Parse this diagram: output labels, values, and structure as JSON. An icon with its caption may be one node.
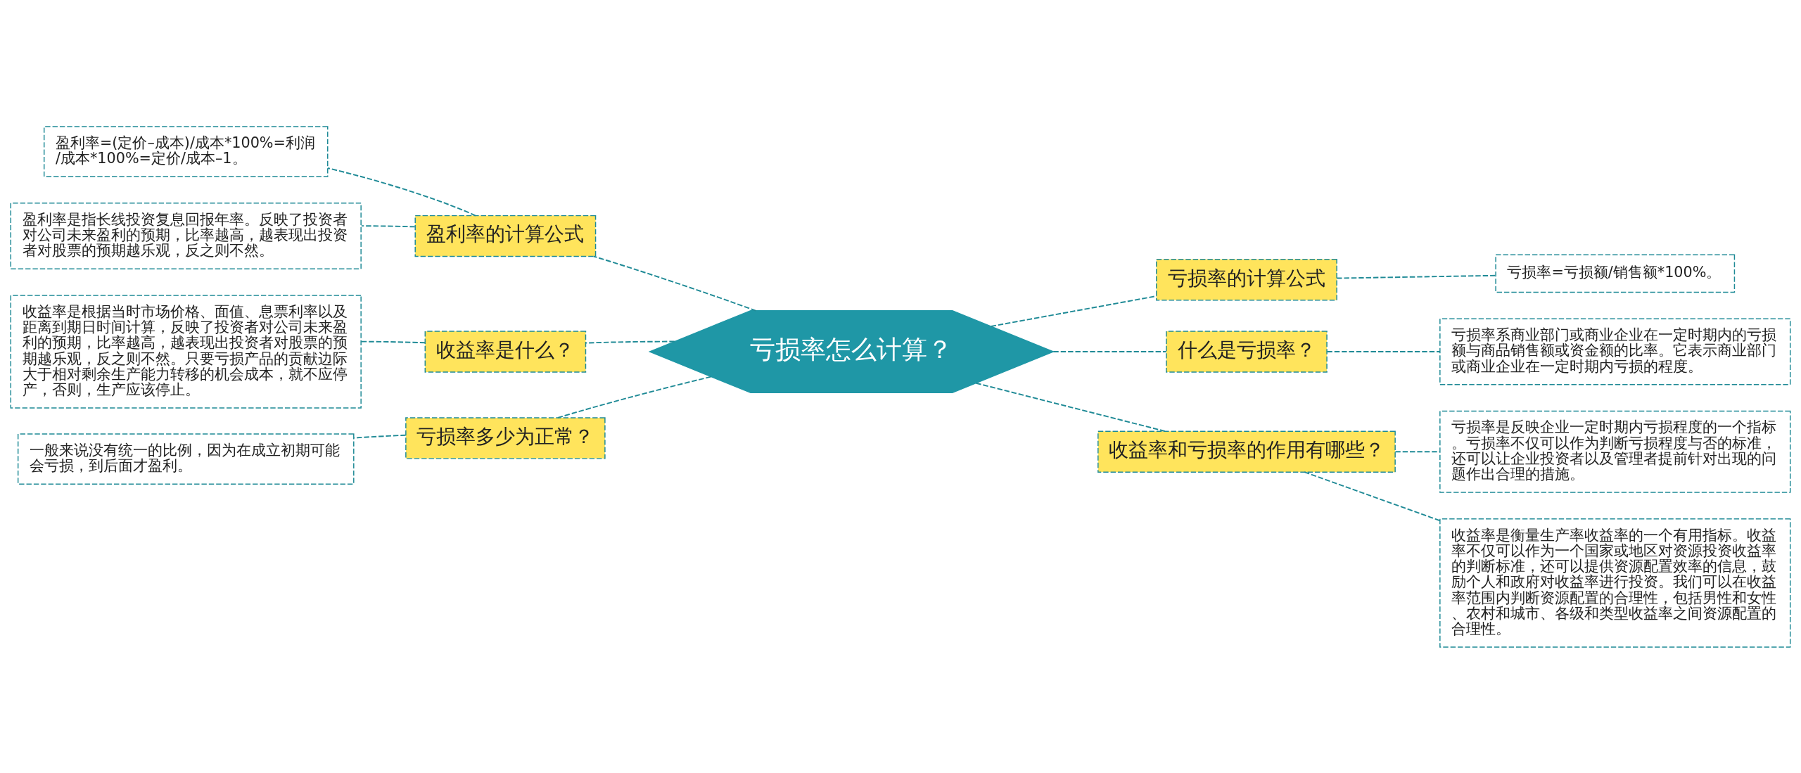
{
  "diagram": {
    "nodes": [
      {
        "text": [
          "亏损率怎么计算？"
        ]
      },
      {
        "text": [
          "盈利率的计算公式"
        ]
      },
      {
        "text": [
          "盈利率=(定价–成本)/成本*100%=利润/成本*100%=定价/成本–1。"
        ]
      },
      {
        "text": [
          "盈利率是指长线投资复息回报年率。反映了投资者对公司未来盈利的预期，比率越高，越表现出投资者对股票的预期越乐观，反之则不然。"
        ]
      },
      {
        "text": [
          "收益率是什么？"
        ]
      },
      {
        "text": [
          "收益率是根据当时市场价格、面值、息票利率以及距离到期日时间计算，反映了投资者对公司未来盈利的预期，比率越高，越表现出投资者对股票的预期越乐观，反之则不然。只要亏损产品的贡献边际大于相对剩余生产能力转移的机会成本，就不应停产，否则，生产应该停止。"
        ]
      },
      {
        "text": [
          "亏损率多少为正常？"
        ]
      },
      {
        "text": [
          "一般来说没有统一的比例，因为在成立初期可能会亏损，到后面才盈利。"
        ]
      },
      {
        "text": [
          "亏损率的计算公式"
        ]
      },
      {
        "text": [
          "亏损率=亏损额/销售额*100%。"
        ]
      },
      {
        "text": [
          "什么是亏损率？"
        ]
      },
      {
        "text": [
          "亏损率系商业部门或商业企业在一定时期内的亏损额与商品销售额或资金额的比率。它表示商业部门或商业企业在一定时期内亏损的程度。"
        ]
      },
      {
        "text": [
          "收益率和亏损率的作用有哪些？"
        ]
      },
      {
        "text": [
          "亏损率是反映企业一定时期内亏损程度的一个指标。亏损率不仅可以作为判断亏损程度与否的标准，还可以让企业投资者以及管理者提前针对出现的问题作出合理的措施。"
        ]
      },
      {
        "text": [
          "收益率是衡量生产率收益率的一个有用指标。收益率不仅可以作为一个国家或地区对资源投资收益率的判断标准，还可以提供资源配置效率的信息，鼓励个人和政府对收益率进行投资。我们可以在收益率范围内判断资源配置的合理性，包括男性和女性、农村和城市、各级和类型收益率之间资源配置的合理性。"
        ]
      }
    ],
    "edges": [
      {
        "from": 0,
        "to": 1,
        "arrow": "none"
      },
      {
        "from": 1,
        "to": 2,
        "arrow": "none"
      },
      {
        "from": 1,
        "to": 3,
        "arrow": "none"
      },
      {
        "from": 0,
        "to": 4,
        "arrow": "none"
      },
      {
        "from": 4,
        "to": 5,
        "arrow": "none"
      },
      {
        "from": 0,
        "to": 6,
        "arrow": "none"
      },
      {
        "from": 6,
        "to": 7,
        "arrow": "none"
      },
      {
        "from": 0,
        "to": 8,
        "arrow": "none"
      },
      {
        "from": 8,
        "to": 9,
        "arrow": "none"
      },
      {
        "from": 0,
        "to": 10,
        "arrow": "none"
      },
      {
        "from": 10,
        "to": 11,
        "arrow": "none"
      },
      {
        "from": 0,
        "to": 12,
        "arrow": "none"
      },
      {
        "from": 12,
        "to": 13,
        "arrow": "none"
      },
      {
        "from": 12,
        "to": 14,
        "arrow": "none"
      }
    ]
  }
}
